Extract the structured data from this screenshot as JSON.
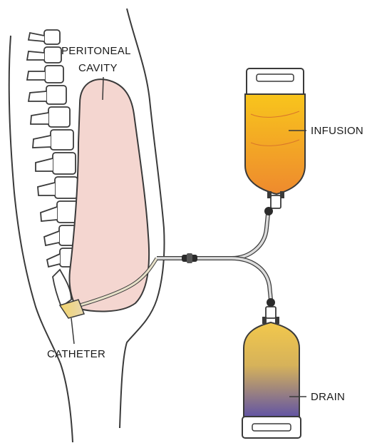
{
  "labels": {
    "peritoneal_line1": "PERITONEAL",
    "peritoneal_line2": "CAVITY",
    "infusion": "INFUSION",
    "drain": "DRAIN",
    "catheter": "CATHETER"
  },
  "colors": {
    "cavity_fill": "#f4d6d0",
    "infusion_top": "#f7c21a",
    "infusion_bottom": "#ef8f2c",
    "drain_top": "#f1c64a",
    "drain_bottom": "#6a5aa8",
    "outline": "#3a3a3a",
    "tube": "#d8d8d8"
  }
}
